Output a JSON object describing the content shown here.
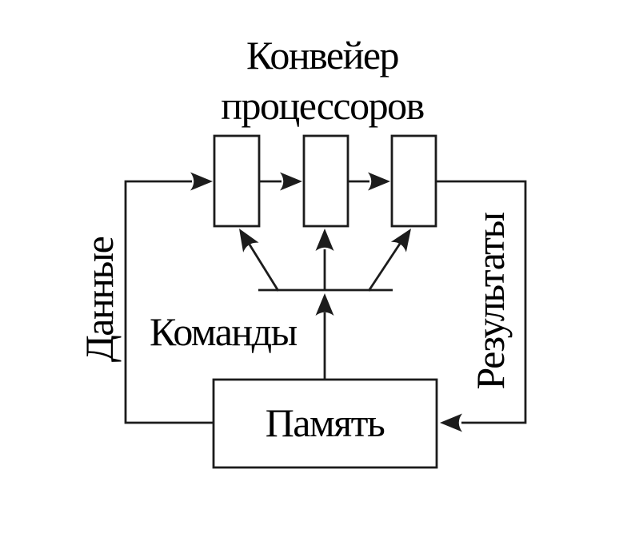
{
  "figure": {
    "title": {
      "line1": "Конвейер",
      "line2": "процессоров"
    },
    "labels": {
      "data": "Данные",
      "commands": "Команды",
      "results": "Результаты",
      "memory": "Память"
    },
    "colors": {
      "line": "#1c1c1c",
      "text": "#000000",
      "background": "#ffffff"
    }
  }
}
